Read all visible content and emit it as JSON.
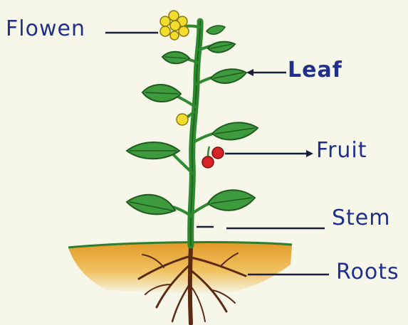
{
  "diagram": {
    "labels": {
      "flower": "Flowen",
      "leaf": "Leaf",
      "fruit": "Fruit",
      "stem": "Stem",
      "roots": "Roots"
    }
  },
  "colors": {
    "label_text": "#1f2f8a",
    "leader_line": "#1b1f3a",
    "background": "#f6f6e9",
    "leaf": "#3d9a3d",
    "leaf_dark": "#1f5a1f",
    "stem": "#2f8a2f",
    "flower": "#f2dc2e",
    "fruit": "#d62424",
    "soil": "#e9a63a",
    "roots": "#5a2a12"
  }
}
